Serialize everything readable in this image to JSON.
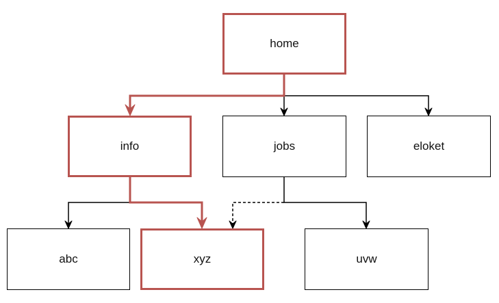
{
  "diagram": {
    "nodes": [
      {
        "id": "home",
        "label": "home",
        "highlighted": true
      },
      {
        "id": "info",
        "label": "info",
        "highlighted": true
      },
      {
        "id": "jobs",
        "label": "jobs",
        "highlighted": false
      },
      {
        "id": "eloket",
        "label": "eloket",
        "highlighted": false
      },
      {
        "id": "abc",
        "label": "abc",
        "highlighted": false
      },
      {
        "id": "xyz",
        "label": "xyz",
        "highlighted": true
      },
      {
        "id": "uvw",
        "label": "uvw",
        "highlighted": false
      }
    ],
    "edges": [
      {
        "from": "home",
        "to": "info",
        "style": "solid",
        "highlighted": true
      },
      {
        "from": "home",
        "to": "jobs",
        "style": "solid",
        "highlighted": false
      },
      {
        "from": "home",
        "to": "eloket",
        "style": "solid",
        "highlighted": false
      },
      {
        "from": "info",
        "to": "abc",
        "style": "solid",
        "highlighted": false
      },
      {
        "from": "info",
        "to": "xyz",
        "style": "solid",
        "highlighted": true
      },
      {
        "from": "jobs",
        "to": "xyz",
        "style": "dashed",
        "highlighted": false
      },
      {
        "from": "jobs",
        "to": "uvw",
        "style": "solid",
        "highlighted": false
      }
    ]
  },
  "colors": {
    "highlight": "#b85450",
    "normal": "#000000",
    "background": "#ffffff"
  }
}
